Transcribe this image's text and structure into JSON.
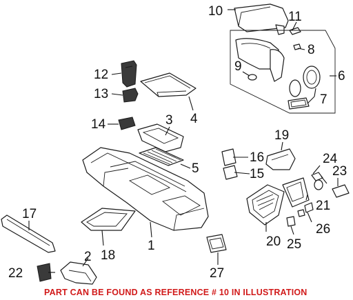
{
  "callouts": {
    "c1": "1",
    "c2": "2",
    "c3": "3",
    "c4": "4",
    "c5": "5",
    "c6": "6",
    "c7": "7",
    "c8": "8",
    "c9": "9",
    "c10": "10",
    "c11": "11",
    "c12": "12",
    "c13": "13",
    "c14": "14",
    "c15": "15",
    "c16": "16",
    "c17": "17",
    "c18": "18",
    "c19": "19",
    "c20": "20",
    "c21": "21",
    "c22": "22",
    "c23": "23",
    "c24": "24",
    "c25": "25",
    "c26": "26",
    "c27": "27"
  },
  "footer_note": "PART CAN BE FOUND AS REFERENCE # 10 IN ILLUSTRATION",
  "colors": {
    "footer_text": "#d11a1a",
    "line_art": "#1a1a1a"
  }
}
